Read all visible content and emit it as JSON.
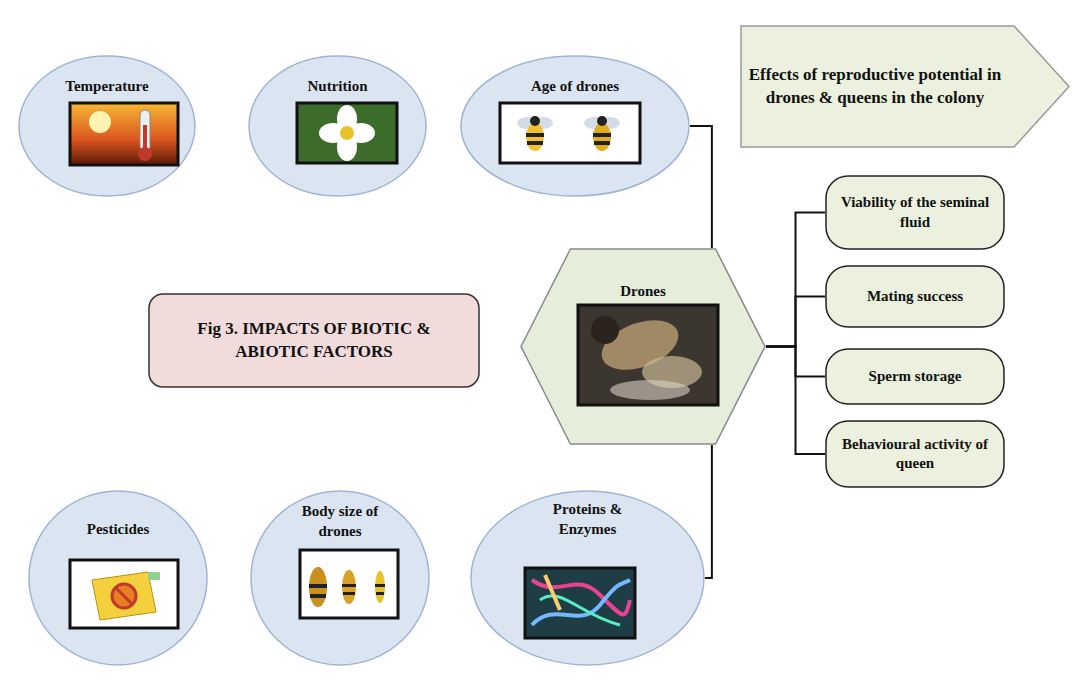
{
  "diagram": {
    "nodes": [
      {
        "text": [
          "Temperature"
        ]
      },
      {
        "text": [
          "Nutrition"
        ]
      },
      {
        "text": [
          "Age of drones"
        ]
      },
      {
        "text": [
          "Effects of reproductive potential in drones & queens in the colony"
        ]
      },
      {
        "text": [
          "Fig 3. IMPACTS OF BIOTIC & ABIOTIC FACTORS"
        ]
      },
      {
        "text": [
          "Drones"
        ]
      },
      {
        "text": [
          "Viability of the seminal fluid"
        ]
      },
      {
        "text": [
          "Mating success"
        ]
      },
      {
        "text": [
          "Sperm storage"
        ]
      },
      {
        "text": [
          "Behavioural activity of queen"
        ]
      },
      {
        "text": [
          "Pesticides"
        ]
      },
      {
        "text": [
          "Body size of drones"
        ]
      },
      {
        "text": [
          "Proteins & Enzymes"
        ]
      }
    ],
    "edges": [
      {
        "from": 2,
        "to": 5,
        "arrow": "none"
      },
      {
        "from": 12,
        "to": 5,
        "arrow": "none"
      },
      {
        "from": 5,
        "to": 6,
        "arrow": "none"
      },
      {
        "from": 5,
        "to": 7,
        "arrow": "none"
      },
      {
        "from": 5,
        "to": 8,
        "arrow": "none"
      },
      {
        "from": 5,
        "to": 9,
        "arrow": "none"
      }
    ]
  }
}
